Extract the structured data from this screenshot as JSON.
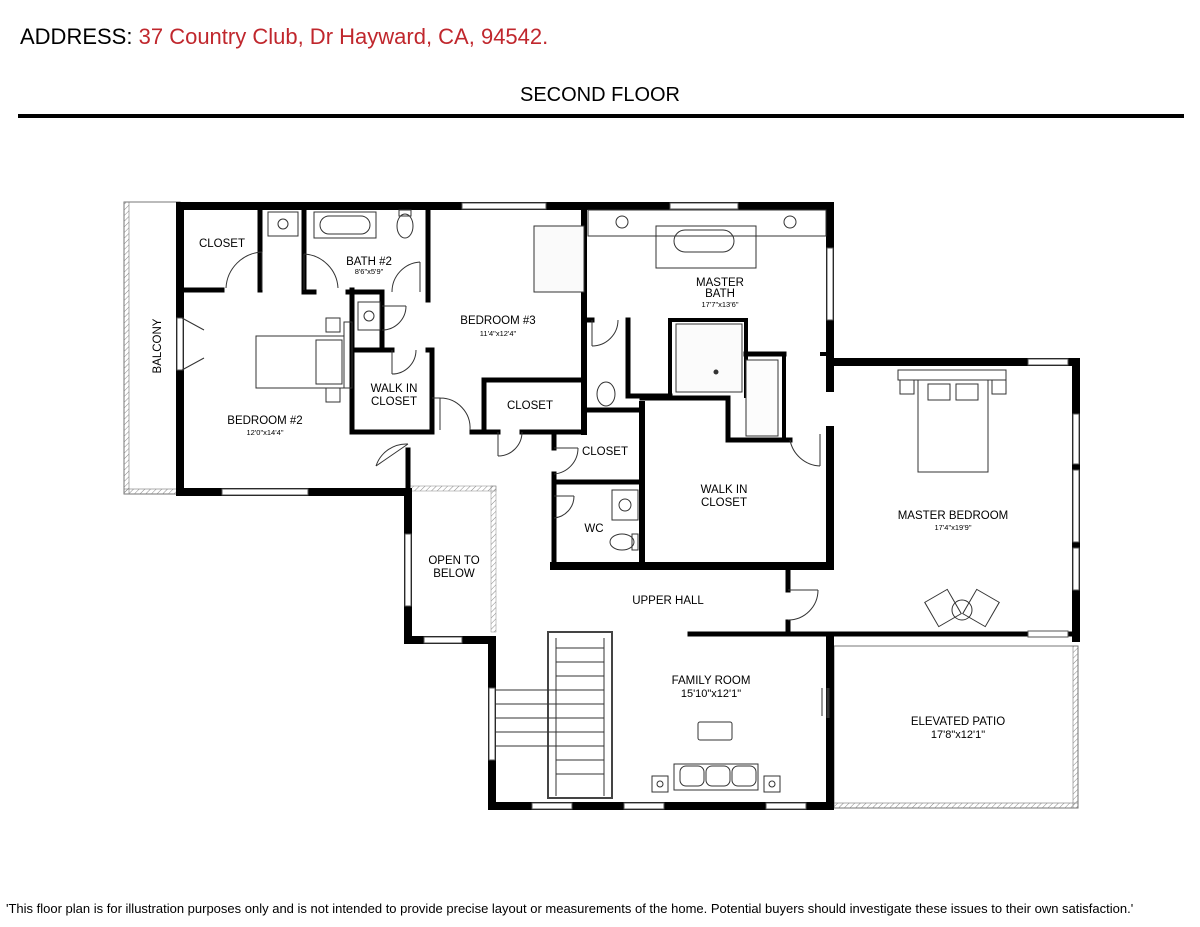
{
  "header": {
    "address_label": "ADDRESS:",
    "address_value": "37 Country Club, Dr Hayward, CA, 94542.",
    "floor_title": "SECOND FLOOR"
  },
  "rooms": {
    "closet_nw": "CLOSET",
    "bath2": "BATH #2",
    "bath2_dim": "8'6\"x5'9\"",
    "bedroom3": "BEDROOM #3",
    "bedroom3_dim": "11'4\"x12'4\"",
    "master_bath_line1": "MASTER",
    "master_bath_line2": "BATH",
    "master_bath_dim": "17'7\"x13'6\"",
    "balcony": "BALCONY",
    "bedroom2": "BEDROOM #2",
    "bedroom2_dim": "12'0\"x14'4\"",
    "walkin_line1": "WALK IN",
    "walkin_line2": "CLOSET",
    "closet_mid": "CLOSET",
    "closet_right": "CLOSET",
    "wc": "WC",
    "master_walkin_line1": "WALK IN",
    "master_walkin_line2": "CLOSET",
    "master_bedroom": "MASTER BEDROOM",
    "master_bedroom_dim": "17'4\"x19'9\"",
    "open_line1": "OPEN TO",
    "open_line2": "BELOW",
    "upper_hall": "UPPER HALL",
    "family_room": "FAMILY ROOM",
    "family_room_dim": "15'10\"x12'1\"",
    "elevated_patio": "ELEVATED PATIO",
    "elevated_patio_dim": "17'8\"x12'1\""
  },
  "footer": {
    "disclaimer": "'This floor plan is for illustration purposes only and is not intended to provide precise layout or measurements of the home. Potential buyers should investigate these issues to their own satisfaction.'"
  }
}
